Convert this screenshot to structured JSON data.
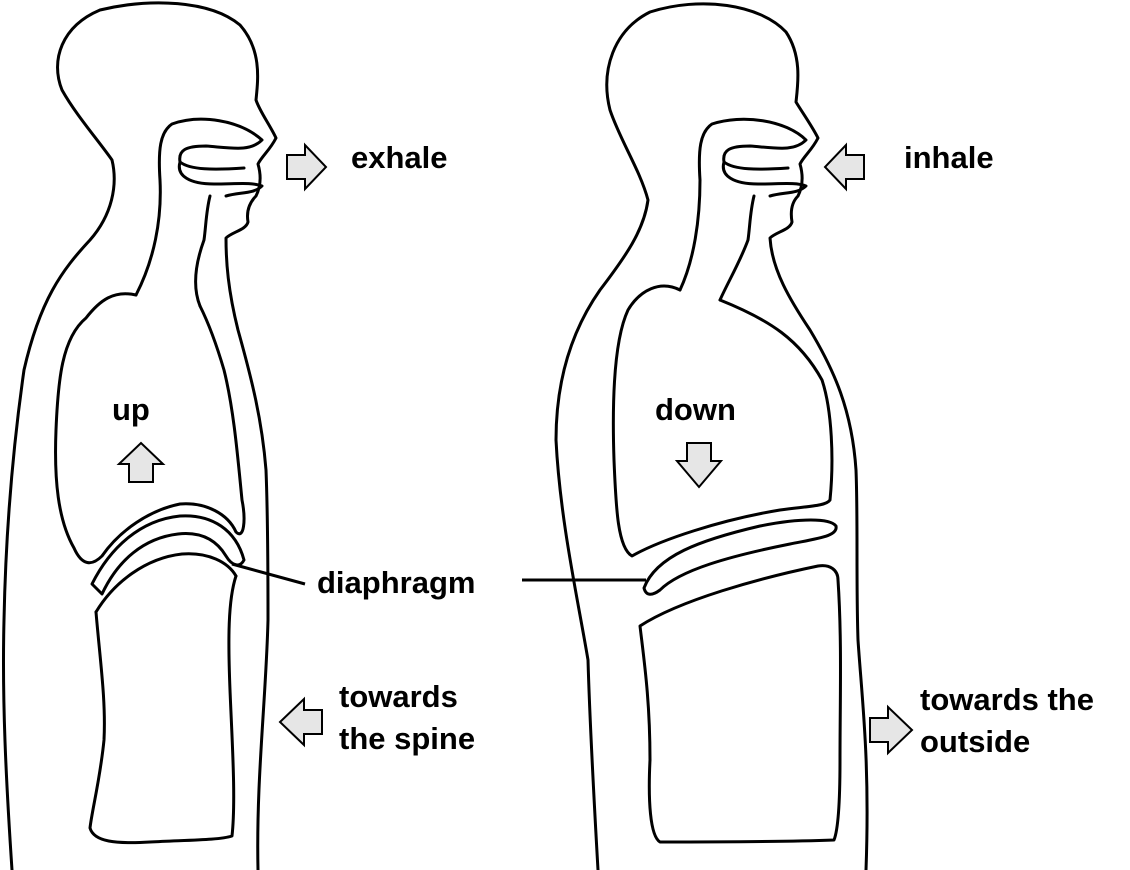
{
  "labels": {
    "exhale": "exhale",
    "inhale": "inhale",
    "up": "up",
    "down": "down",
    "diaphragm": "diaphragm",
    "spine_line1": "towards",
    "spine_line2": "the spine",
    "outside_line1": "towards the",
    "outside_line2": "outside"
  },
  "colors": {
    "outline": "#000000",
    "arrow_fill": "#e6e6e6",
    "background": "#ffffff"
  }
}
